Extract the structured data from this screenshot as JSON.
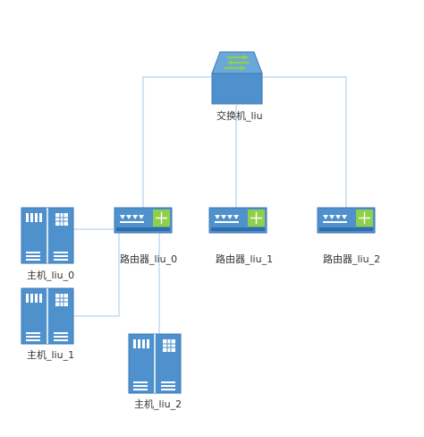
{
  "colors": {
    "device_fill": "#4f91cd",
    "device_dark": "#2f6ea8",
    "device_stroke": "#3a78b5",
    "accent_green": "#8ed04a",
    "link_line": "#a9c7e4",
    "label_text": "#333333",
    "background": "#ffffff"
  },
  "nodes": {
    "switch": {
      "label": "交换机_liu",
      "icon": "switch-icon"
    },
    "router_0": {
      "label": "路由器_liu_0",
      "icon": "router-icon"
    },
    "router_1": {
      "label": "路由器_liu_1",
      "icon": "router-icon"
    },
    "router_2": {
      "label": "路由器_liu_2",
      "icon": "router-icon"
    },
    "host_0": {
      "label": "主机_liu_0",
      "icon": "server-icon"
    },
    "host_1": {
      "label": "主机_liu_1",
      "icon": "server-icon"
    },
    "host_2": {
      "label": "主机_liu_2",
      "icon": "server-icon"
    }
  },
  "links": [
    [
      "switch",
      "router_0"
    ],
    [
      "switch",
      "router_1"
    ],
    [
      "switch",
      "router_2"
    ],
    [
      "router_0",
      "host_0"
    ],
    [
      "router_0",
      "host_1"
    ],
    [
      "router_0",
      "host_2"
    ]
  ]
}
